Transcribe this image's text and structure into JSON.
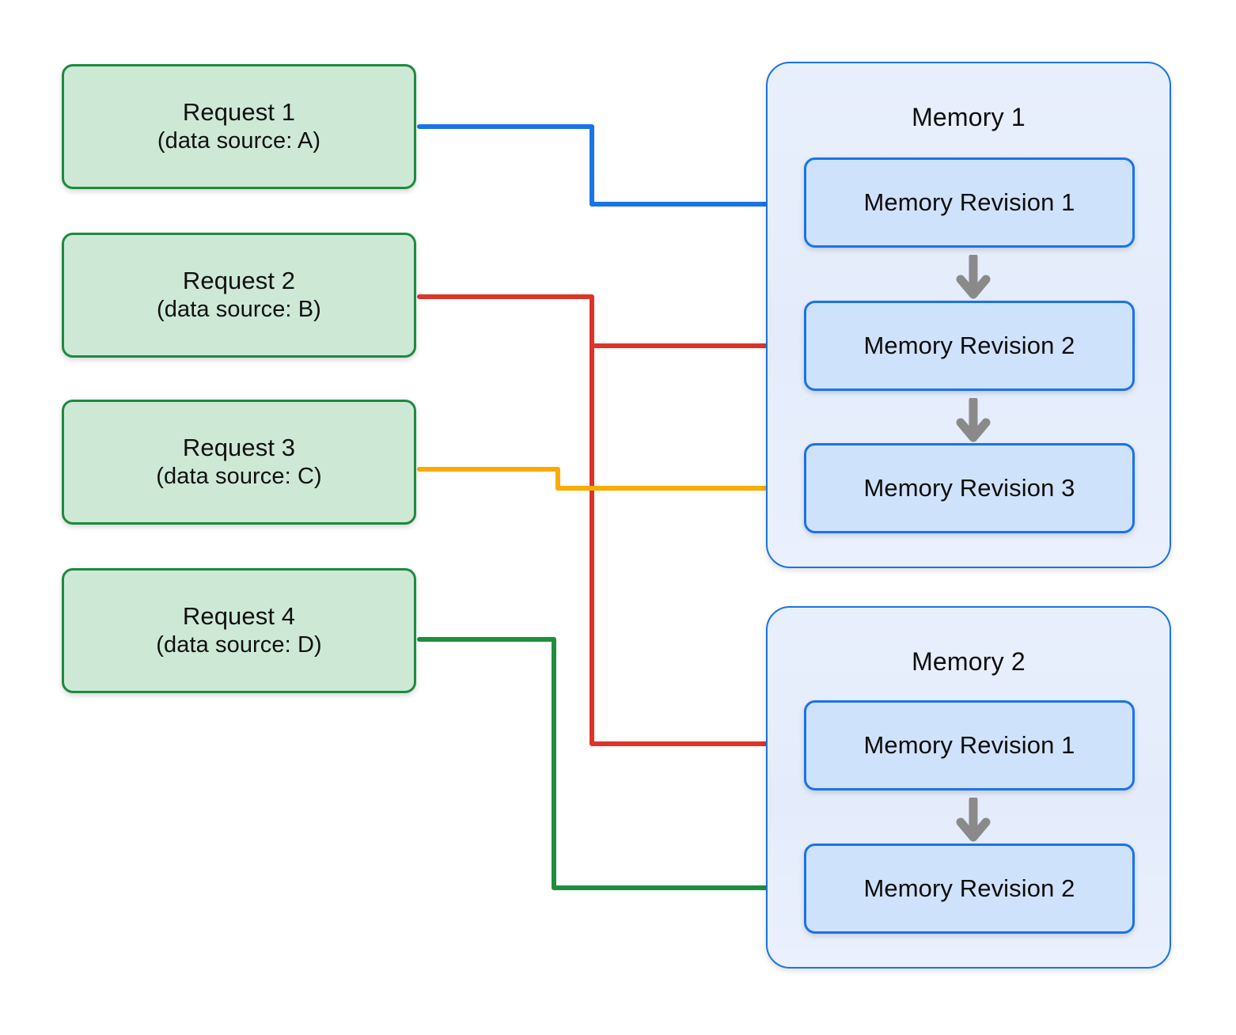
{
  "diagram": {
    "title_present": false,
    "background_color": "#ffffff"
  },
  "colors": {
    "request_fill": "#cde9d6",
    "request_border": "#1e8a3e",
    "memory_container_fill": "#e7eefc",
    "memory_container_border": "#1a73e8",
    "revision_fill": "#cfe2fb",
    "revision_border": "#1a73e8",
    "chain_arrow": "#8a8a8a",
    "connector_blue": "#1a73e8",
    "connector_red": "#dc3528",
    "connector_orange": "#f9ab00",
    "connector_green": "#1e8e3e"
  },
  "requests": [
    {
      "id": "request-1",
      "title": "Request 1",
      "subtitle": "(data source: A)",
      "connector_color": "#1a73e8",
      "target": "memory-1 / Memory Revision 1"
    },
    {
      "id": "request-2",
      "title": "Request 2",
      "subtitle": "(data source: B)",
      "connector_color": "#dc3528",
      "target": "memory-1 / Memory Revision 2 and memory-2 / Memory Revision 1"
    },
    {
      "id": "request-3",
      "title": "Request 3",
      "subtitle": "(data source: C)",
      "connector_color": "#f9ab00",
      "target": "memory-1 / Memory Revision 3"
    },
    {
      "id": "request-4",
      "title": "Request 4",
      "subtitle": "(data source: D)",
      "connector_color": "#1e8e3e",
      "target": "memory-2 / Memory Revision 2"
    }
  ],
  "memories": [
    {
      "id": "memory-1",
      "title": "Memory 1",
      "revisions": [
        {
          "id": "memory-1-revision-1",
          "label": "Memory Revision 1"
        },
        {
          "id": "memory-1-revision-2",
          "label": "Memory Revision 2"
        },
        {
          "id": "memory-1-revision-3",
          "label": "Memory Revision 3"
        }
      ]
    },
    {
      "id": "memory-2",
      "title": "Memory 2",
      "revisions": [
        {
          "id": "memory-2-revision-1",
          "label": "Memory Revision 1"
        },
        {
          "id": "memory-2-revision-2",
          "label": "Memory Revision 2"
        }
      ]
    }
  ]
}
